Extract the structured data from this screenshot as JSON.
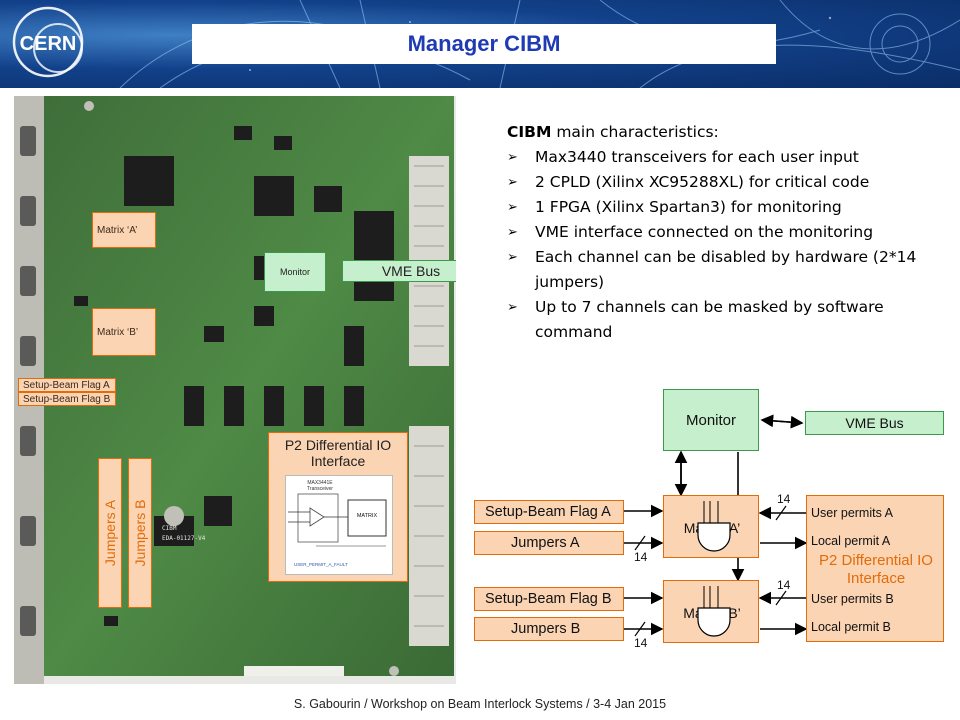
{
  "header": {
    "title": "Manager CIBM",
    "logo_text": "CERN"
  },
  "photo": {
    "labels": {
      "matrix_a": "Matrix ‘A’",
      "matrix_b": "Matrix ‘B’",
      "monitor": "Monitor",
      "vme_bus": "VME Bus",
      "setup_flag_a": "Setup-Beam Flag A",
      "setup_flag_b": "Setup-Beam Flag B",
      "p2_title": "P2 Differential IO Interface",
      "jumpers_a": "Jumpers A",
      "jumpers_b": "Jumpers B"
    },
    "schematic": {
      "chip": "MAX3441E Transceiver",
      "matrix": "MATRIX",
      "signal": "USER_PERMIT_A_FAULT"
    },
    "board_print": {
      "name": "CIBM",
      "part": "EDA-01127-V4"
    }
  },
  "characteristics": {
    "title_bold": "CIBM",
    "title_rest": " main characteristics:",
    "items": [
      "Max3440 transceivers for each user input",
      "2 CPLD (Xilinx XC95288XL) for critical code",
      "1 FPGA (Xilinx Spartan3) for monitoring",
      "VME interface connected on the monitoring",
      "Each channel can be disabled by hardware (2*14 jumpers)",
      "Up to 7 channels can be masked by software command"
    ]
  },
  "diagram": {
    "monitor": "Monitor",
    "vme_bus": "VME Bus",
    "setup_flag_a": "Setup-Beam Flag A",
    "jumpers_a": "Jumpers A",
    "setup_flag_b": "Setup-Beam Flag B",
    "jumpers_b": "Jumpers B",
    "matrix_a": "Matrix ‘A’",
    "matrix_b": "Matrix ‘B’",
    "user_permits_a": "User permits A",
    "local_permit_a": "Local permit A",
    "p2_title": "P2 Differential IO Interface",
    "user_permits_b": "User permits B",
    "local_permit_b": "Local permit B",
    "bus_widths": {
      "in_a": "14",
      "jumpers_a": "14",
      "in_b": "14",
      "jumpers_b": "14"
    }
  },
  "footer": {
    "text": "S. Gabourin / Workshop on Beam Interlock Systems / 3-4 Jan 2015"
  },
  "colors": {
    "title": "#1f3bb3",
    "orange_fill": "#fbd4b4",
    "orange_border": "#e36c0a",
    "green_fill": "#c6efce",
    "green_border": "#3a9a4a"
  }
}
